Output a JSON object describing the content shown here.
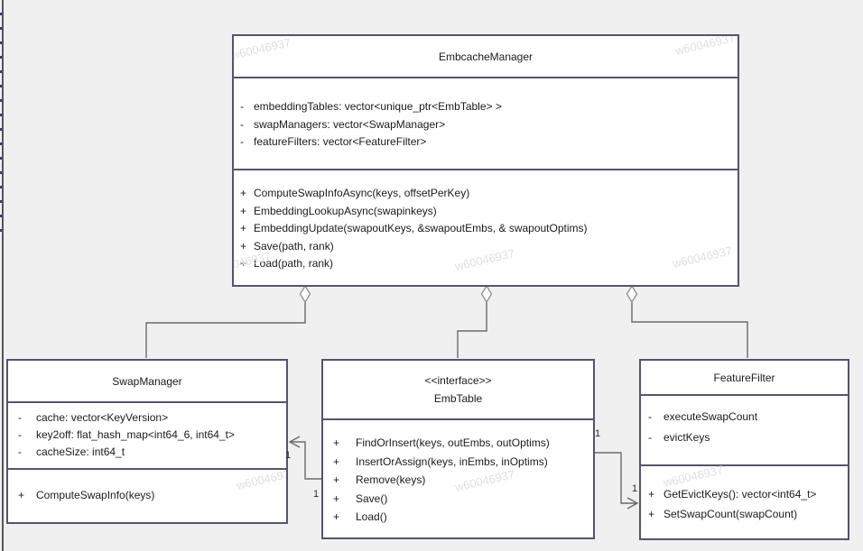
{
  "diagram": {
    "watermark": "w60046937",
    "classes": [
      {
        "name": "EmbcacheManager",
        "stereotype": "",
        "attributes": [
          {
            "vis": "-",
            "text": "embeddingTables: vector<unique_ptr<EmbTable> >"
          },
          {
            "vis": "-",
            "text": "swapManagers: vector<SwapManager>"
          },
          {
            "vis": "-",
            "text": "featureFilters: vector<FeatureFilter>"
          }
        ],
        "methods": [
          {
            "vis": "+",
            "text": "ComputeSwapInfoAsync(keys, offsetPerKey)"
          },
          {
            "vis": "+",
            "text": "EmbeddingLookupAsync(swapinkeys)"
          },
          {
            "vis": "+",
            "text": "EmbeddingUpdate(swapoutKeys, &swapoutEmbs, & swapoutOptims)"
          },
          {
            "vis": "+",
            "text": "Save(path, rank)"
          },
          {
            "vis": "+",
            "text": "Load(path, rank)"
          }
        ]
      },
      {
        "name": "SwapManager",
        "stereotype": "",
        "attributes": [
          {
            "vis": "-",
            "text": "cache: vector<KeyVersion>"
          },
          {
            "vis": "-",
            "text": "key2off: flat_hash_map<int64_6, int64_t>"
          },
          {
            "vis": "-",
            "text": "cacheSize: int64_t"
          }
        ],
        "methods": [
          {
            "vis": "+",
            "text": "ComputeSwapInfo(keys)"
          }
        ]
      },
      {
        "name": "EmbTable",
        "stereotype": "<<interface>>",
        "attributes": [],
        "methods": [
          {
            "vis": "+",
            "text": "FindOrInsert(keys, outEmbs, outOptims)"
          },
          {
            "vis": "+",
            "text": "InsertOrAssign(keys, inEmbs, inOptims)"
          },
          {
            "vis": "+",
            "text": "Remove(keys)"
          },
          {
            "vis": "+",
            "text": "Save()"
          },
          {
            "vis": "+",
            "text": "Load()"
          }
        ]
      },
      {
        "name": "FeatureFilter",
        "stereotype": "",
        "attributes": [
          {
            "vis": "-",
            "text": "executeSwapCount"
          },
          {
            "vis": "-",
            "text": "evictKeys"
          }
        ],
        "methods": [
          {
            "vis": "+",
            "text": "GetEvictKeys(): vector<int64_t>"
          },
          {
            "vis": "+",
            "text": "SetSwapCount(swapCount)"
          }
        ]
      }
    ],
    "multiplicities": [
      {
        "text": "1"
      },
      {
        "text": "1"
      },
      {
        "text": "1"
      },
      {
        "text": "1"
      }
    ],
    "colors": {
      "box_border": "#54546f",
      "box_fill": "#ffffff",
      "edge": "#6a6a6a",
      "background": "#f0f0f1",
      "watermark": "#e0e0e4"
    }
  }
}
